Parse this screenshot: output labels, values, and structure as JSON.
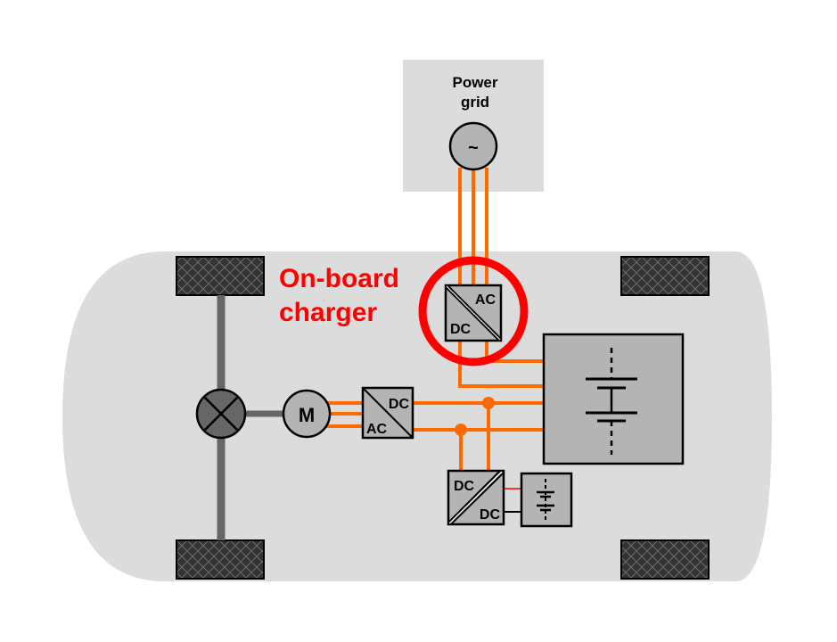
{
  "power_grid": {
    "line1": "Power",
    "line2": "grid",
    "source_symbol": "~"
  },
  "callout": {
    "line1": "On-board",
    "line2": "charger",
    "color": "#ff0000"
  },
  "charger": {
    "top_label": "AC",
    "bottom_label": "DC"
  },
  "inverter": {
    "top_label": "DC",
    "bottom_label": "AC"
  },
  "dcdc": {
    "top_label": "DC",
    "bottom_label": "DC"
  },
  "motor": {
    "label": "M"
  },
  "colors": {
    "power_line": "#ff6a00",
    "body": "#dcdcdc",
    "component": "#b4b4b4",
    "wheel": "#333333",
    "axle": "#666666"
  }
}
